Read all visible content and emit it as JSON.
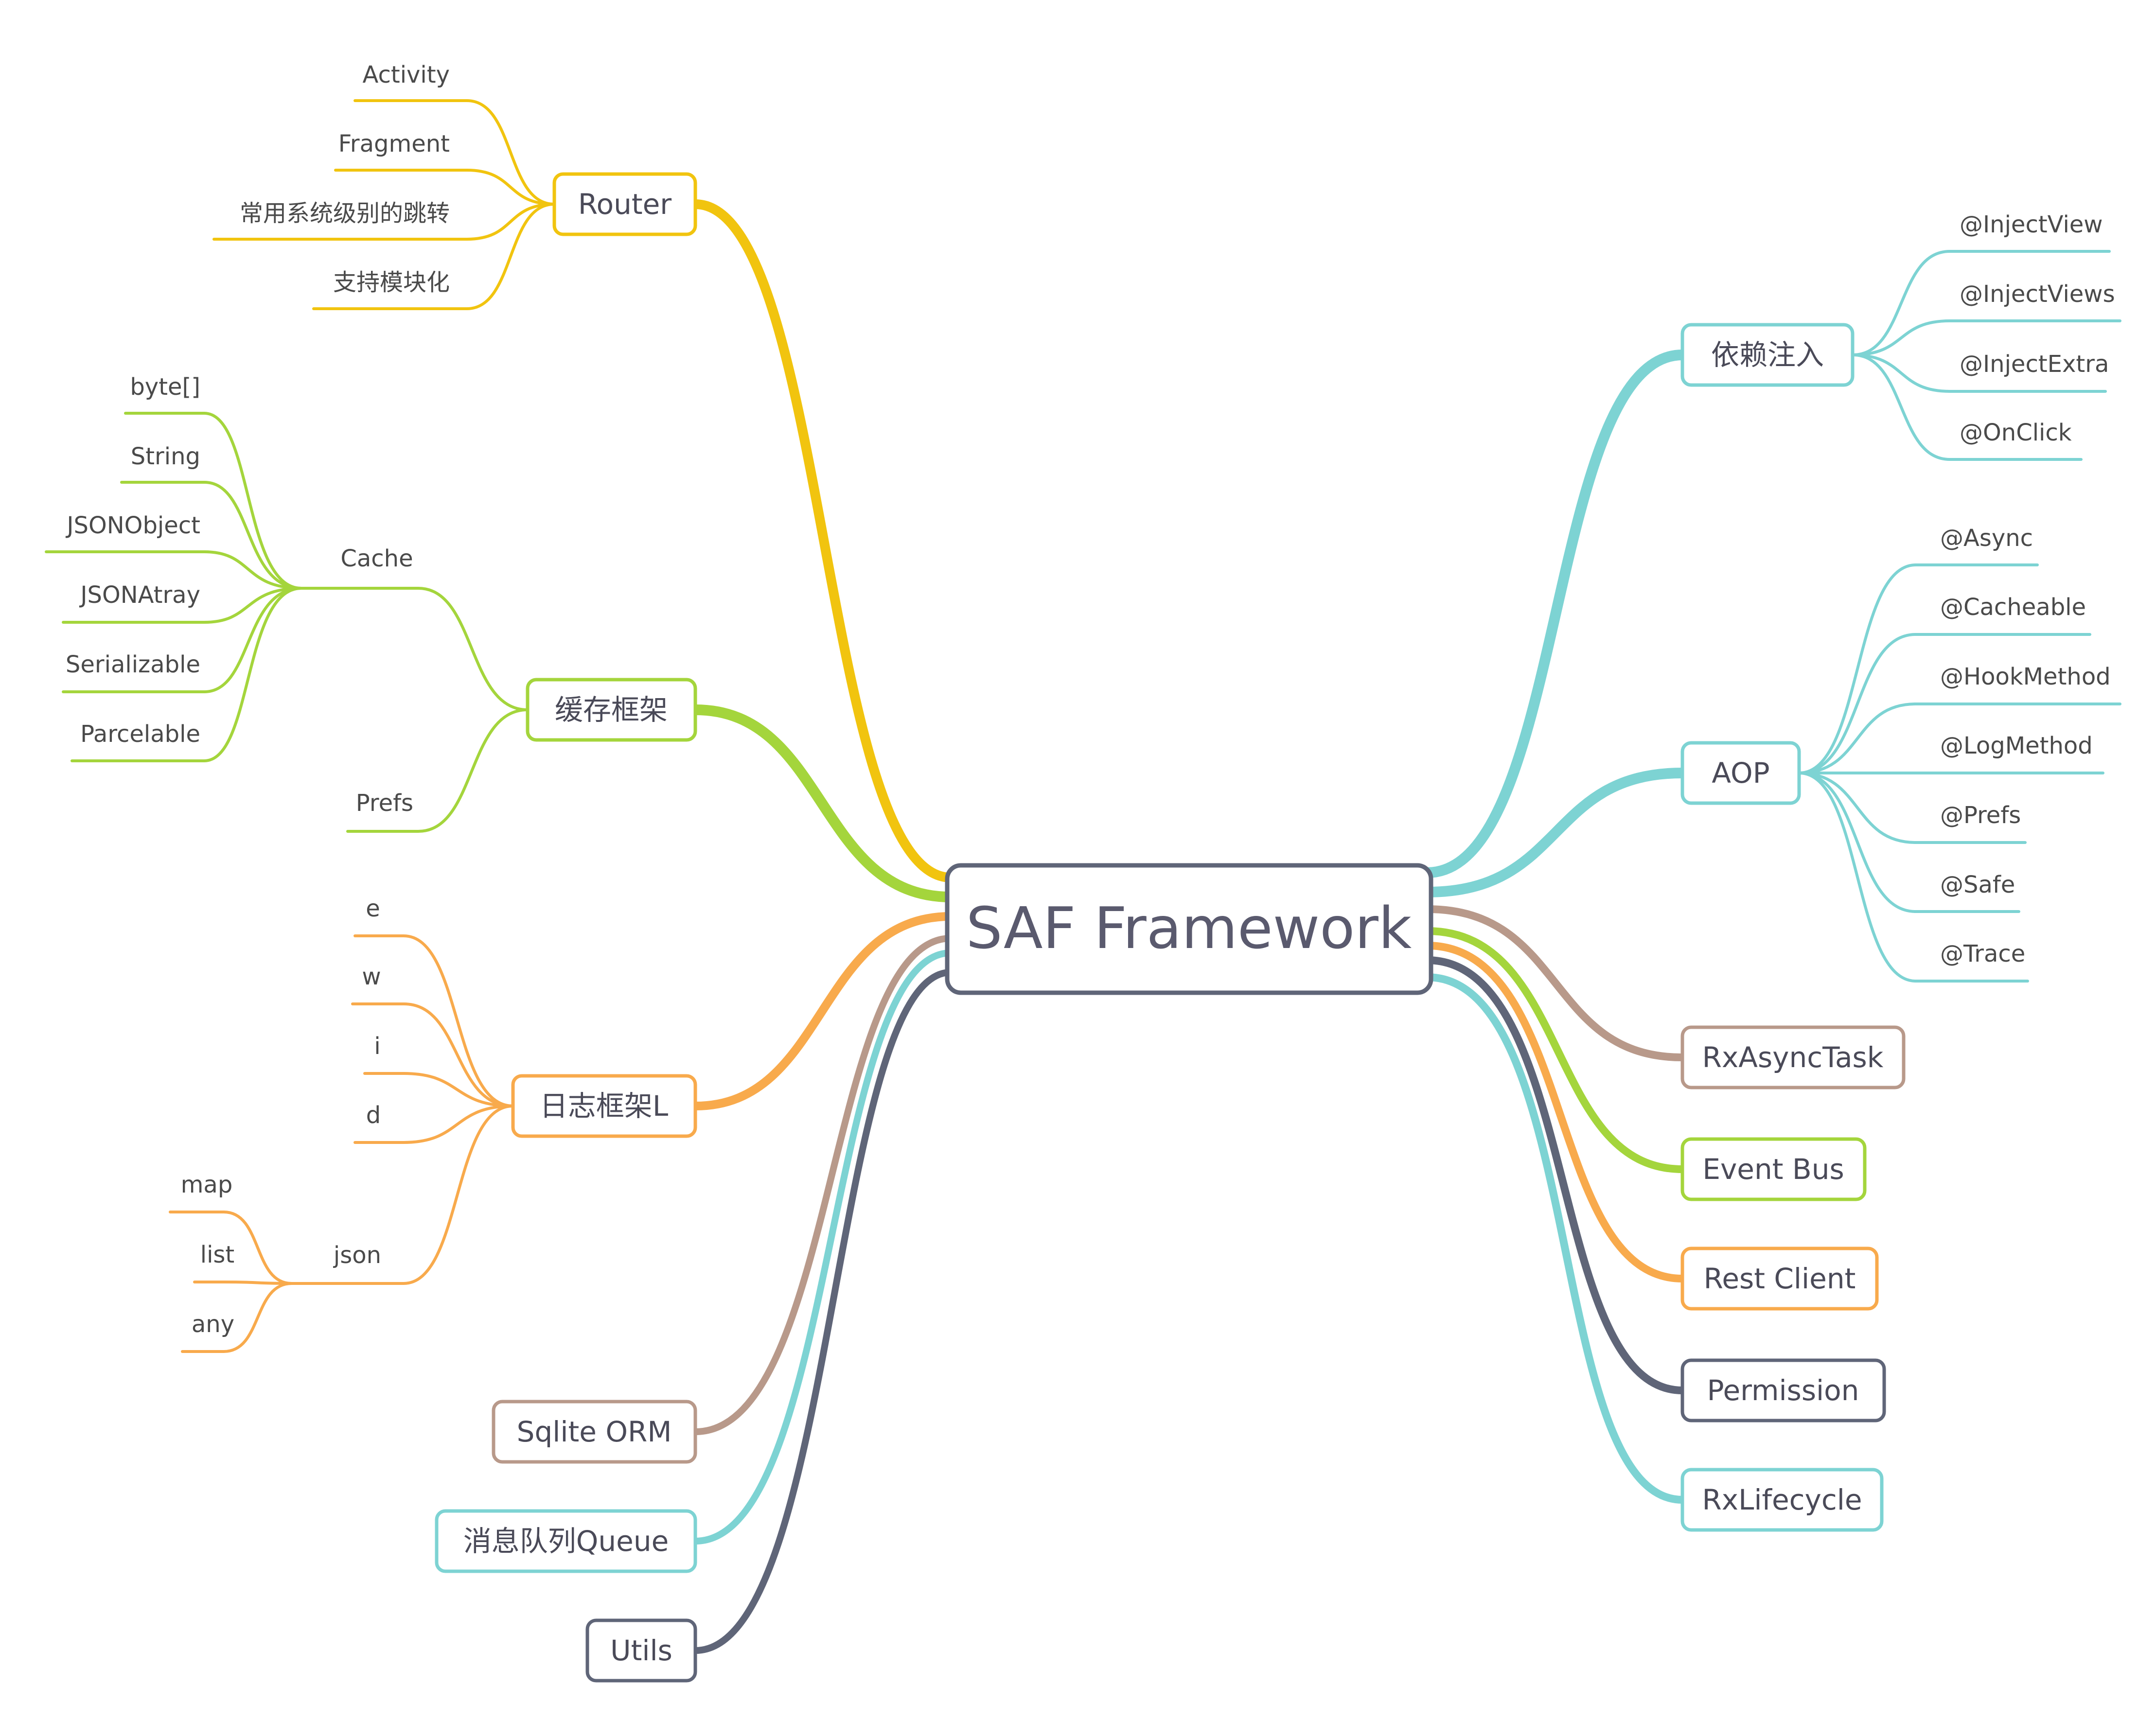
{
  "center": {
    "label": "SAF Framework"
  },
  "colors": {
    "yellow": "#f1c40f",
    "green": "#a4d53c",
    "orange": "#f8aa4c",
    "teal": "#7dd3d3",
    "brown": "#b8998a",
    "slate": "#5f6578"
  },
  "left_branches": {
    "router": {
      "label": "Router",
      "children": [
        "Activity",
        "Fragment",
        "常用系统级别的跳转",
        "支持模块化"
      ]
    },
    "cache_framework": {
      "label": "缓存框架",
      "cache": {
        "label": "Cache",
        "children": [
          "byte[]",
          "String",
          "JSONObject",
          "JSONAtray",
          "Serializable",
          "Parcelable"
        ]
      },
      "prefs": {
        "label": "Prefs"
      }
    },
    "log_framework": {
      "label": "日志框架L",
      "children": [
        "e",
        "w",
        "i",
        "d"
      ],
      "json": {
        "label": "json",
        "children": [
          "map",
          "list",
          "any"
        ]
      }
    },
    "sqlite_orm": {
      "label": "Sqlite ORM"
    },
    "message_queue": {
      "label": "消息队列Queue"
    },
    "utils": {
      "label": "Utils"
    }
  },
  "right_branches": {
    "dependency_injection": {
      "label": "依赖注入",
      "children": [
        "@InjectView",
        "@InjectViews",
        "@InjectExtra",
        "@OnClick"
      ]
    },
    "aop": {
      "label": "AOP",
      "children": [
        "@Async",
        "@Cacheable",
        "@HookMethod",
        "@LogMethod",
        "@Prefs",
        "@Safe",
        "@Trace"
      ]
    },
    "rx_async_task": {
      "label": "RxAsyncTask"
    },
    "event_bus": {
      "label": "Event Bus"
    },
    "rest_client": {
      "label": "Rest Client"
    },
    "permission": {
      "label": "Permission"
    },
    "rx_lifecycle": {
      "label": "RxLifecycle"
    }
  }
}
